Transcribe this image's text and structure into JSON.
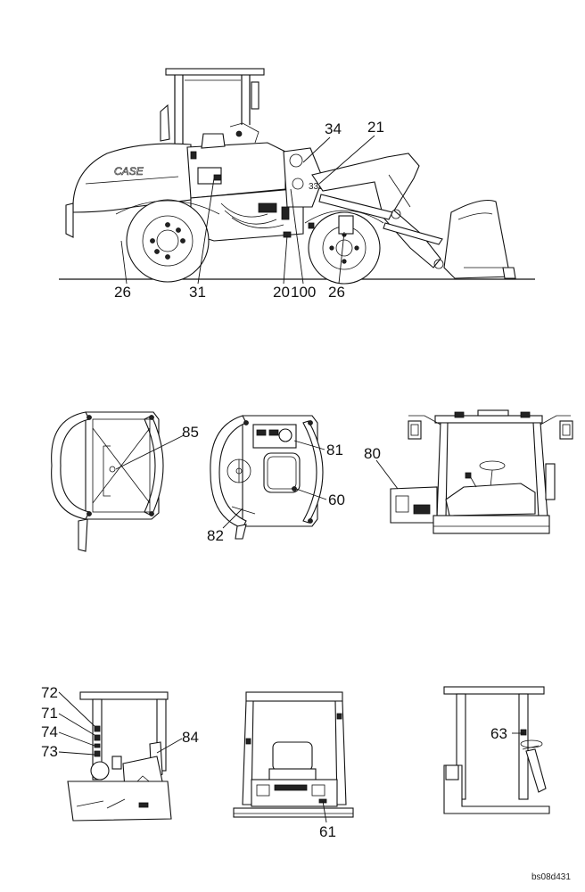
{
  "reference_code": "bs08d431",
  "views": [
    {
      "id": "side",
      "callouts": [
        "26",
        "31",
        "20",
        "100",
        "26",
        "34",
        "21"
      ]
    },
    {
      "id": "rear-top",
      "callouts": [
        "85"
      ]
    },
    {
      "id": "cab-top",
      "callouts": [
        "81",
        "60",
        "82"
      ]
    },
    {
      "id": "cab-front",
      "callouts": [
        "80"
      ]
    },
    {
      "id": "cab-left",
      "callouts": [
        "72",
        "71",
        "74",
        "73",
        "84"
      ]
    },
    {
      "id": "cab-rear",
      "callouts": [
        "61"
      ]
    },
    {
      "id": "cab-right",
      "callouts": [
        "63"
      ]
    }
  ],
  "brand_marking": "CASE"
}
